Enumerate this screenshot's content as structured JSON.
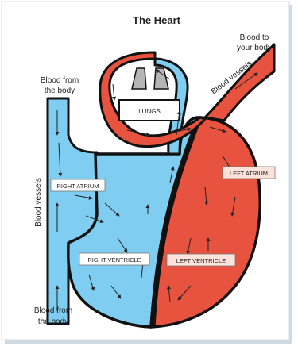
{
  "title": "The Heart",
  "labels": {
    "blood_to_body_1": "Blood to",
    "blood_to_body_2": "your body",
    "blood_from_top_1": "Blood from",
    "blood_from_top_2": "the body",
    "blood_from_bottom_1": "Blood from",
    "blood_from_bottom_2": "the body",
    "blood_vessels_left": "Blood vessels",
    "blood_vessels_right": "Blood vessels",
    "lungs": "LUNGS",
    "right_atrium": "RIGHT ATRIUM",
    "right_ventricle": "RIGHT VENTRICLE",
    "left_atrium": "LEFT ATRIUM",
    "left_ventricle": "LEFT VENTRICLE"
  },
  "colors": {
    "deoxygenated": "#7fcdf0",
    "oxygenated": "#e8533f",
    "outline": "#111111",
    "lungs": "#b5b5b5",
    "label_fill_right": "#ffffff",
    "label_fill_left": "#fde3da",
    "paper": "#ffffff"
  }
}
